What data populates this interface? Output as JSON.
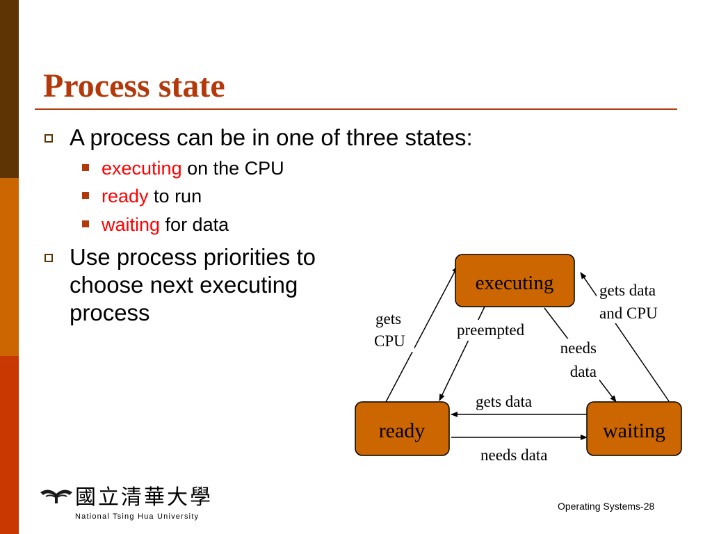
{
  "slide": {
    "title": "Process state",
    "bullets": [
      {
        "text": "A process can be in one of three states:",
        "sub": [
          {
            "highlight": "executing",
            "rest": " on the CPU"
          },
          {
            "highlight": "ready",
            "rest": " to run"
          },
          {
            "highlight": "waiting",
            "rest": " for data"
          }
        ]
      },
      {
        "text": "Use process priorities to choose next executing process"
      }
    ],
    "footer": "Operating Systems-28"
  },
  "diagram": {
    "nodes": {
      "executing": "executing",
      "ready": "ready",
      "waiting": "waiting"
    },
    "edges": {
      "gets_cpu": [
        "gets",
        "CPU"
      ],
      "preempted": "preempted",
      "needs_data_exec": [
        "needs",
        "data"
      ],
      "gets_data_and_cpu": [
        "gets data",
        "and CPU"
      ],
      "gets_data": "gets data",
      "needs_data_bottom": "needs data"
    }
  },
  "university": {
    "name_cjk": "國立清華大學",
    "name_en": "National Tsing Hua University"
  },
  "colors": {
    "title": "#b3390a",
    "highlight": "#ff0000",
    "node_fill": "#cc6600",
    "strip_top": "#5e3405",
    "strip_mid": "#cc6600",
    "strip_bottom": "#c93800"
  }
}
